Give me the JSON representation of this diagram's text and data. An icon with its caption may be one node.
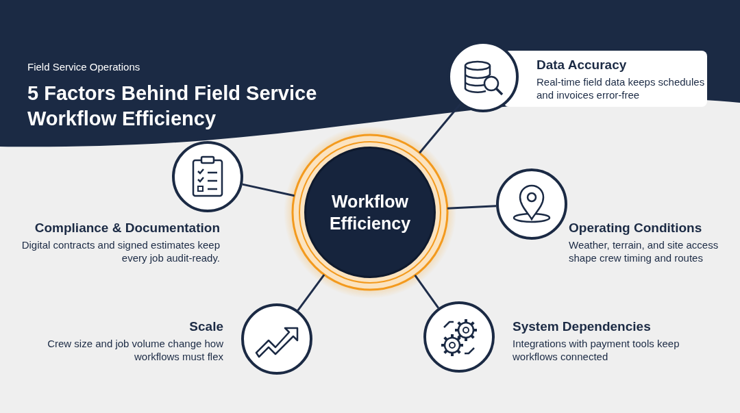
{
  "diagram": {
    "title": "5 Factors Behind Field Service Workflow Efficiency",
    "nodes": [
      {
        "text": [
          "Workflow Efficiency"
        ]
      },
      {
        "text": [],
        "shape": "circle",
        "beside": [
          "Data Accuracy",
          "Real-time field data keeps schedules and invoices error-free"
        ]
      },
      {
        "text": [],
        "shape": "circle",
        "beside": [
          "Compliance & Documentation",
          "Digital contracts and signed estimates keep every job audit-ready."
        ]
      },
      {
        "text": [],
        "shape": "circle",
        "beside": [
          "Operating Conditions",
          "Weather, terrain, and site access shape crew timing and routes"
        ]
      },
      {
        "text": [],
        "shape": "circle",
        "beside": [
          "Scale",
          "Crew size and job volume change how workflows must flex"
        ]
      },
      {
        "text": [],
        "shape": "circle",
        "beside": [
          "System Dependencies",
          "Integrations with payment tools keep workflows connected"
        ]
      }
    ],
    "edges": [
      {
        "from": 0,
        "to": 1,
        "arrow": "none"
      },
      {
        "from": 0,
        "to": 2,
        "arrow": "none"
      },
      {
        "from": 0,
        "to": 3,
        "arrow": "none"
      },
      {
        "from": 0,
        "to": 4,
        "arrow": "none"
      },
      {
        "from": 0,
        "to": 5,
        "arrow": "none"
      }
    ],
    "labels": [
      "Field Service Operations"
    ]
  }
}
